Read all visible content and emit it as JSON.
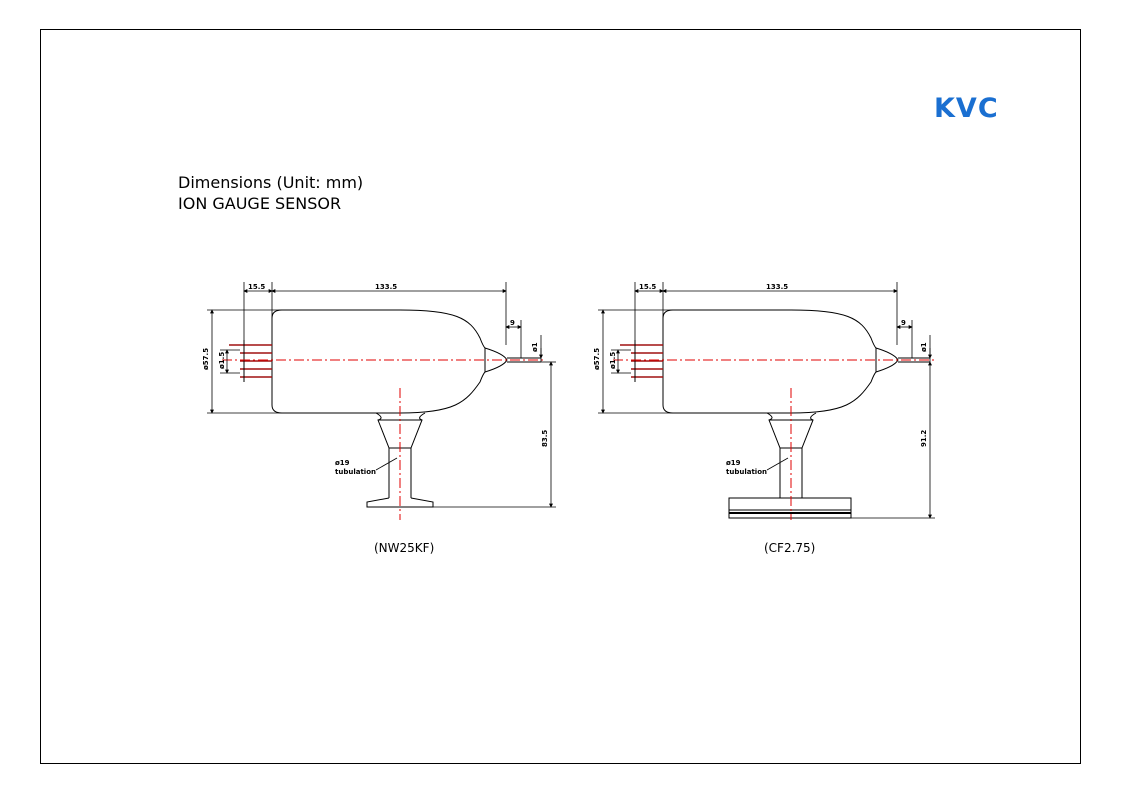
{
  "logo": {
    "text": "KVC",
    "color": "#1a6fd1"
  },
  "title": {
    "line1": "Dimensions (Unit: mm)",
    "line2": "ION GAUGE SENSOR"
  },
  "colors": {
    "centerline": "#e00000",
    "pin": "#a01010",
    "line": "#000000"
  },
  "views": [
    {
      "caption": "(NW25KF)",
      "dims": {
        "pin_depth": "15.5",
        "body_length": "133.5",
        "tip_length": "9",
        "tip_dia": "ø1",
        "body_dia": "ø57.5",
        "pin_pitch": "ø1.5",
        "height": "83.5"
      },
      "tubulation_dia": "ø19",
      "tubulation_label": "tubulation"
    },
    {
      "caption": "(CF2.75)",
      "dims": {
        "pin_depth": "15.5",
        "body_length": "133.5",
        "tip_length": "9",
        "tip_dia": "ø1",
        "body_dia": "ø57.5",
        "pin_pitch": "ø1.5",
        "height": "91.2"
      },
      "tubulation_dia": "ø19",
      "tubulation_label": "tubulation"
    }
  ]
}
